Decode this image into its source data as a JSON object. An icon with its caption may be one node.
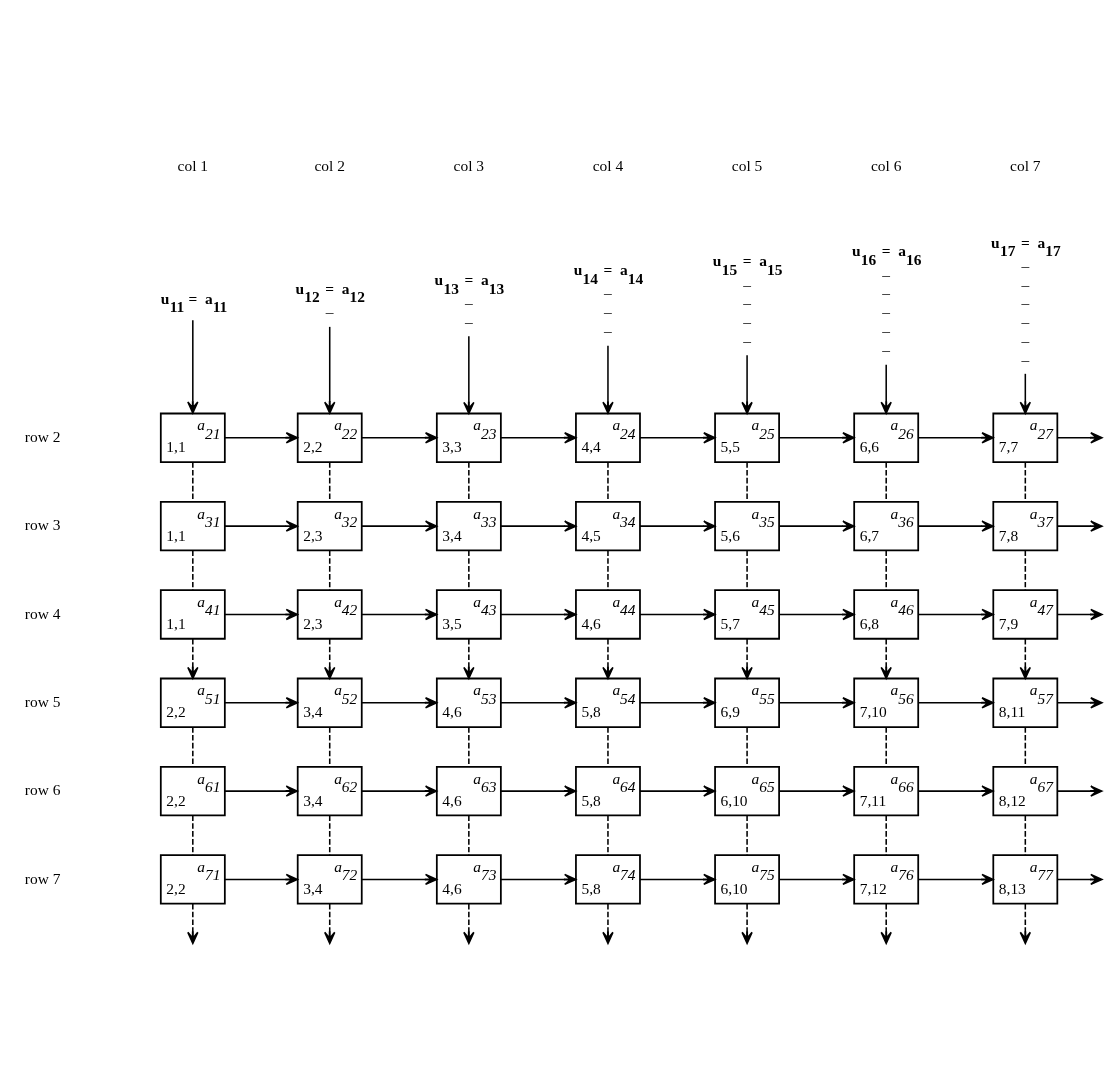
{
  "diagram": {
    "nodes": [
      {
        "text": [
          "u$_{11}$ = a$_{11}$"
        ]
      },
      {
        "text": [
          "u$_{12}$ = a$_{12}$",
          "–"
        ]
      },
      {
        "text": [
          "u$_{13}$ = a$_{13}$",
          "–",
          "–"
        ]
      },
      {
        "text": [
          "u$_{14}$ = a$_{14}$",
          "–",
          "–",
          "–"
        ]
      },
      {
        "text": [
          "u$_{15}$ = a$_{15}$",
          "–",
          "–",
          "–",
          "–"
        ]
      },
      {
        "text": [
          "u$_{16}$ = a$_{16}$",
          "–",
          "–",
          "–",
          "–",
          "–"
        ]
      },
      {
        "text": [
          "u$_{17}$ = a$_{17}$",
          "–",
          "–",
          "–",
          "–",
          "–",
          "–"
        ]
      },
      {
        "text": [
          "a$_{21}$",
          "1,1"
        ]
      },
      {
        "text": [
          "a$_{22}$",
          "2,2"
        ]
      },
      {
        "text": [
          "a$_{23}$",
          "3,3"
        ]
      },
      {
        "text": [
          "a$_{24}$",
          "4,4"
        ]
      },
      {
        "text": [
          "a$_{25}$",
          "5,5"
        ]
      },
      {
        "text": [
          "a$_{26}$",
          "6,6"
        ]
      },
      {
        "text": [
          "a$_{27}$",
          "7,7"
        ]
      },
      {
        "text": [
          "a$_{31}$",
          "1,1"
        ]
      },
      {
        "text": [
          "a$_{32}$",
          "2,3"
        ]
      },
      {
        "text": [
          "a$_{33}$",
          "3,4"
        ]
      },
      {
        "text": [
          "a$_{34}$",
          "4,5"
        ]
      },
      {
        "text": [
          "a$_{35}$",
          "5,6"
        ]
      },
      {
        "text": [
          "a$_{36}$",
          "6,7"
        ]
      },
      {
        "text": [
          "a$_{37}$",
          "7,8"
        ]
      },
      {
        "text": [
          "a$_{41}$",
          "1,1"
        ]
      },
      {
        "text": [
          "a$_{42}$",
          "2,3"
        ]
      },
      {
        "text": [
          "a$_{43}$",
          "3,5"
        ]
      },
      {
        "text": [
          "a$_{44}$",
          "4,6"
        ]
      },
      {
        "text": [
          "a$_{45}$",
          "5,7"
        ]
      },
      {
        "text": [
          "a$_{46}$",
          "6,8"
        ]
      },
      {
        "text": [
          "a$_{47}$",
          "7,9"
        ]
      },
      {
        "text": [
          "a$_{51}$",
          "2,2"
        ]
      },
      {
        "text": [
          "a$_{52}$",
          "3,4"
        ]
      },
      {
        "text": [
          "a$_{53}$",
          "4,6"
        ]
      },
      {
        "text": [
          "a$_{54}$",
          "5,8"
        ]
      },
      {
        "text": [
          "a$_{55}$",
          "6,9"
        ]
      },
      {
        "text": [
          "a$_{56}$",
          "7,10"
        ]
      },
      {
        "text": [
          "a$_{57}$",
          "8,11"
        ]
      },
      {
        "text": [
          "a$_{61}$",
          "2,2"
        ]
      },
      {
        "text": [
          "a$_{62}$",
          "3,4"
        ]
      },
      {
        "text": [
          "a$_{63}$",
          "4,6"
        ]
      },
      {
        "text": [
          "a$_{64}$",
          "5,8"
        ]
      },
      {
        "text": [
          "a$_{65}$",
          "6,10"
        ]
      },
      {
        "text": [
          "a$_{66}$",
          "7,11"
        ]
      },
      {
        "text": [
          "a$_{67}$",
          "8,12"
        ]
      },
      {
        "text": [
          "a$_{71}$",
          "2,2"
        ]
      },
      {
        "text": [
          "a$_{72}$",
          "3,4"
        ]
      },
      {
        "text": [
          "a$_{73}$",
          "4,6"
        ]
      },
      {
        "text": [
          "a$_{74}$",
          "5,8"
        ]
      },
      {
        "text": [
          "a$_{75}$",
          "6,10"
        ]
      },
      {
        "text": [
          "a$_{76}$",
          "7,12"
        ]
      },
      {
        "text": [
          "a$_{77}$",
          "8,13"
        ]
      }
    ],
    "edges": [
      {
        "from": 0,
        "to": 7,
        "arrow": "to"
      },
      {
        "from": 1,
        "to": 8,
        "arrow": "to"
      },
      {
        "from": 2,
        "to": 9,
        "arrow": "to"
      },
      {
        "from": 3,
        "to": 10,
        "arrow": "to"
      },
      {
        "from": 4,
        "to": 11,
        "arrow": "to"
      },
      {
        "from": 5,
        "to": 12,
        "arrow": "to"
      },
      {
        "from": 6,
        "to": 13,
        "arrow": "to"
      },
      {
        "from": 7,
        "to": 8,
        "arrow": "to"
      },
      {
        "from": 8,
        "to": 9,
        "arrow": "to"
      },
      {
        "from": 9,
        "to": 10,
        "arrow": "to"
      },
      {
        "from": 10,
        "to": 11,
        "arrow": "to"
      },
      {
        "from": 11,
        "to": 12,
        "arrow": "to"
      },
      {
        "from": 12,
        "to": 13,
        "arrow": "to"
      },
      {
        "from": 13,
        "to": null,
        "arrow": "to"
      },
      {
        "from": 14,
        "to": 15,
        "arrow": "to"
      },
      {
        "from": 15,
        "to": 16,
        "arrow": "to"
      },
      {
        "from": 16,
        "to": 17,
        "arrow": "to"
      },
      {
        "from": 17,
        "to": 18,
        "arrow": "to"
      },
      {
        "from": 18,
        "to": 19,
        "arrow": "to"
      },
      {
        "from": 19,
        "to": 20,
        "arrow": "to"
      },
      {
        "from": 20,
        "to": null,
        "arrow": "to"
      },
      {
        "from": 21,
        "to": 22,
        "arrow": "to"
      },
      {
        "from": 22,
        "to": 23,
        "arrow": "to"
      },
      {
        "from": 23,
        "to": 24,
        "arrow": "to"
      },
      {
        "from": 24,
        "to": 25,
        "arrow": "to"
      },
      {
        "from": 25,
        "to": 26,
        "arrow": "to"
      },
      {
        "from": 26,
        "to": 27,
        "arrow": "to"
      },
      {
        "from": 27,
        "to": null,
        "arrow": "to"
      },
      {
        "from": 28,
        "to": 29,
        "arrow": "to"
      },
      {
        "from": 29,
        "to": 30,
        "arrow": "to"
      },
      {
        "from": 30,
        "to": 31,
        "arrow": "to"
      },
      {
        "from": 31,
        "to": 32,
        "arrow": "to"
      },
      {
        "from": 32,
        "to": 33,
        "arrow": "to"
      },
      {
        "from": 33,
        "to": 34,
        "arrow": "to"
      },
      {
        "from": 34,
        "to": null,
        "arrow": "to"
      },
      {
        "from": 35,
        "to": 36,
        "arrow": "to"
      },
      {
        "from": 36,
        "to": 37,
        "arrow": "to"
      },
      {
        "from": 37,
        "to": 38,
        "arrow": "to"
      },
      {
        "from": 38,
        "to": 39,
        "arrow": "to"
      },
      {
        "from": 39,
        "to": 40,
        "arrow": "to"
      },
      {
        "from": 40,
        "to": 41,
        "arrow": "to"
      },
      {
        "from": 41,
        "to": null,
        "arrow": "to"
      },
      {
        "from": 42,
        "to": 43,
        "arrow": "to"
      },
      {
        "from": 43,
        "to": 44,
        "arrow": "to"
      },
      {
        "from": 44,
        "to": 45,
        "arrow": "to"
      },
      {
        "from": 45,
        "to": 46,
        "arrow": "to"
      },
      {
        "from": 46,
        "to": 47,
        "arrow": "to"
      },
      {
        "from": 47,
        "to": 48,
        "arrow": "to"
      },
      {
        "from": 48,
        "to": null,
        "arrow": "to"
      },
      {
        "from": 7,
        "to": 14,
        "arrow": "none",
        "style": "dashed"
      },
      {
        "from": 8,
        "to": 15,
        "arrow": "none",
        "style": "dashed"
      },
      {
        "from": 9,
        "to": 16,
        "arrow": "none",
        "style": "dashed"
      },
      {
        "from": 10,
        "to": 17,
        "arrow": "none",
        "style": "dashed"
      },
      {
        "from": 11,
        "to": 18,
        "arrow": "none",
        "style": "dashed"
      },
      {
        "from": 12,
        "to": 19,
        "arrow": "none",
        "style": "dashed"
      },
      {
        "from": 13,
        "to": 20,
        "arrow": "none",
        "style": "dashed"
      },
      {
        "from": 14,
        "to": 21,
        "arrow": "none",
        "style": "dashed"
      },
      {
        "from": 15,
        "to": 22,
        "arrow": "none",
        "style": "dashed"
      },
      {
        "from": 16,
        "to": 23,
        "arrow": "none",
        "style": "dashed"
      },
      {
        "from": 17,
        "to": 24,
        "arrow": "none",
        "style": "dashed"
      },
      {
        "from": 18,
        "to": 25,
        "arrow": "none",
        "style": "dashed"
      },
      {
        "from": 19,
        "to": 26,
        "arrow": "none",
        "style": "dashed"
      },
      {
        "from": 20,
        "to": 27,
        "arrow": "none",
        "style": "dashed"
      },
      {
        "from": 21,
        "to": 28,
        "arrow": "to",
        "style": "dashed"
      },
      {
        "from": 22,
        "to": 29,
        "arrow": "to",
        "style": "dashed"
      },
      {
        "from": 23,
        "to": 30,
        "arrow": "to",
        "style": "dashed"
      },
      {
        "from": 24,
        "to": 31,
        "arrow": "to",
        "style": "dashed"
      },
      {
        "from": 25,
        "to": 32,
        "arrow": "to",
        "style": "dashed"
      },
      {
        "from": 26,
        "to": 33,
        "arrow": "to",
        "style": "dashed"
      },
      {
        "from": 27,
        "to": 34,
        "arrow": "to",
        "style": "dashed"
      },
      {
        "from": 28,
        "to": 35,
        "arrow": "none",
        "style": "dashed"
      },
      {
        "from": 29,
        "to": 36,
        "arrow": "none",
        "style": "dashed"
      },
      {
        "from": 30,
        "to": 37,
        "arrow": "none",
        "style": "dashed"
      },
      {
        "from": 31,
        "to": 38,
        "arrow": "none",
        "style": "dashed"
      },
      {
        "from": 32,
        "to": 39,
        "arrow": "none",
        "style": "dashed"
      },
      {
        "from": 33,
        "to": 40,
        "arrow": "none",
        "style": "dashed"
      },
      {
        "from": 34,
        "to": 41,
        "arrow": "none",
        "style": "dashed"
      },
      {
        "from": 35,
        "to": 42,
        "arrow": "none",
        "style": "dashed"
      },
      {
        "from": 36,
        "to": 43,
        "arrow": "none",
        "style": "dashed"
      },
      {
        "from": 37,
        "to": 44,
        "arrow": "none",
        "style": "dashed"
      },
      {
        "from": 38,
        "to": 45,
        "arrow": "none",
        "style": "dashed"
      },
      {
        "from": 39,
        "to": 46,
        "arrow": "none",
        "style": "dashed"
      },
      {
        "from": 40,
        "to": 47,
        "arrow": "none",
        "style": "dashed"
      },
      {
        "from": 41,
        "to": 48,
        "arrow": "none",
        "style": "dashed"
      },
      {
        "from": 42,
        "to": null,
        "arrow": "to",
        "style": "dashed"
      },
      {
        "from": 43,
        "to": null,
        "arrow": "to",
        "style": "dashed"
      },
      {
        "from": 44,
        "to": null,
        "arrow": "to",
        "style": "dashed"
      },
      {
        "from": 45,
        "to": null,
        "arrow": "to",
        "style": "dashed"
      },
      {
        "from": 46,
        "to": null,
        "arrow": "to",
        "style": "dashed"
      },
      {
        "from": 47,
        "to": null,
        "arrow": "to",
        "style": "dashed"
      },
      {
        "from": 48,
        "to": null,
        "arrow": "to",
        "style": "dashed"
      }
    ],
    "labels": [
      "col 1",
      "col 2",
      "col 3",
      "col 4",
      "col 5",
      "col 6",
      "col 7",
      "row 2",
      "row 3",
      "row 4",
      "row 5",
      "row 6",
      "row 7"
    ]
  }
}
